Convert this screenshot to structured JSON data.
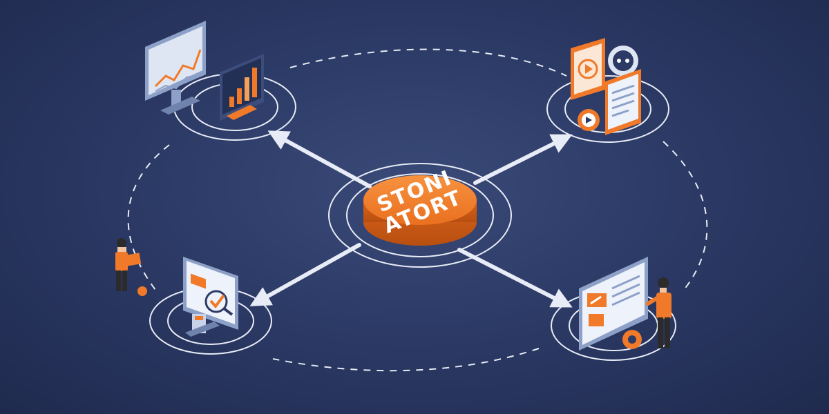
{
  "hub": {
    "line1": "STONI",
    "line2": "ATORT"
  },
  "colors": {
    "background": "#2c3a66",
    "accent": "#f07a2a",
    "accent_dark": "#c95d17",
    "line": "#e8ecf6",
    "panel": "#dfe6f3",
    "panel_dark": "#8da0c7"
  },
  "nodes": [
    {
      "id": "analytics-charts",
      "icon": "line-chart-and-bar-chart-monitors"
    },
    {
      "id": "media-content",
      "icon": "video-play-and-chat-bubble-documents"
    },
    {
      "id": "target-review",
      "icon": "monitor-with-target-checkmark"
    },
    {
      "id": "presentation-board",
      "icon": "presentation-board-with-gear"
    }
  ],
  "figures": [
    {
      "id": "person-with-laptop",
      "icon": "person-holding-laptop"
    },
    {
      "id": "person-presenting",
      "icon": "person-at-board"
    }
  ]
}
